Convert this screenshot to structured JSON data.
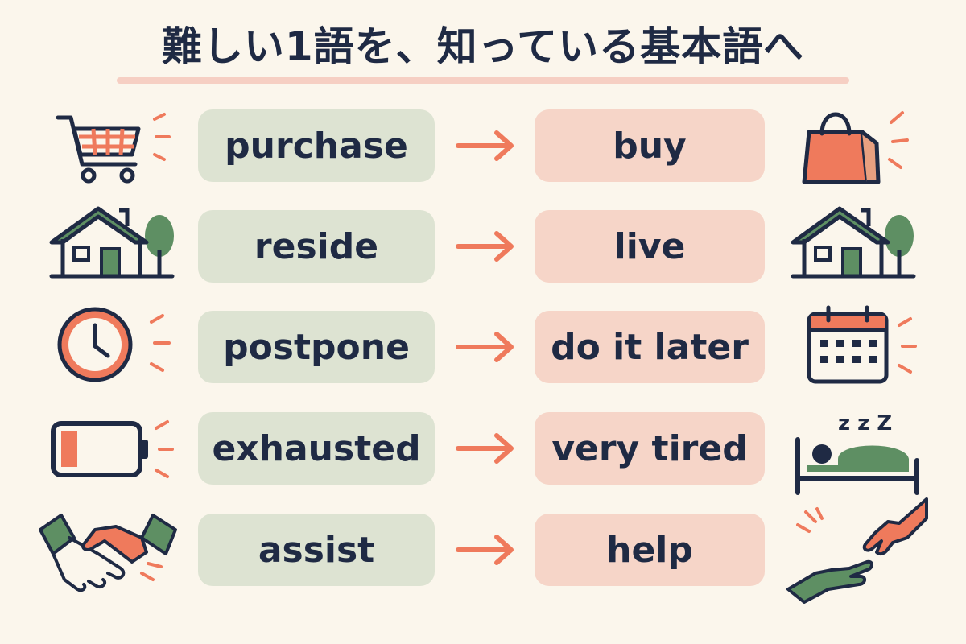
{
  "title": "難しい1語を、知っている基本語へ",
  "colors": {
    "background": "#fbf6ec",
    "navy": "#1f2a44",
    "coral": "#ef7a5c",
    "green": "#5e8f63",
    "hard_pill": "#dde3d2",
    "easy_pill": "#f6d5c8"
  },
  "rows": [
    {
      "hard": "purchase",
      "easy": "buy",
      "left_icon": "shopping-cart-icon",
      "right_icon": "shopping-bag-icon"
    },
    {
      "hard": "reside",
      "easy": "live",
      "left_icon": "house-icon",
      "right_icon": "house-icon"
    },
    {
      "hard": "postpone",
      "easy": "do it later",
      "left_icon": "clock-icon",
      "right_icon": "calendar-icon"
    },
    {
      "hard": "exhausted",
      "easy": "very tired",
      "left_icon": "low-battery-icon",
      "right_icon": "sleeping-person-icon"
    },
    {
      "hard": "assist",
      "easy": "help",
      "left_icon": "handshake-icon",
      "right_icon": "helping-hands-icon"
    }
  ],
  "sleep_text": "z z Z"
}
